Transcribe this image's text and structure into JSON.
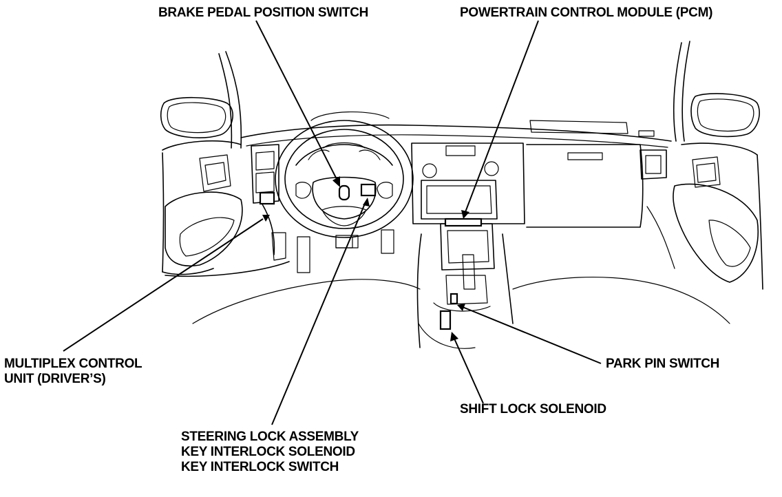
{
  "labels": {
    "brake_pedal_position_switch": "BRAKE PEDAL POSITION SWITCH",
    "powertrain_control_module": "POWERTRAIN CONTROL MODULE (PCM)",
    "multiplex_control_unit_line1": "MULTIPLEX CONTROL",
    "multiplex_control_unit_line2": "UNIT (DRIVER’S)",
    "park_pin_switch": "PARK PIN SWITCH",
    "shift_lock_solenoid": "SHIFT LOCK SOLENOID",
    "steering_lock_line1": "STEERING LOCK ASSEMBLY",
    "steering_lock_line2": "KEY INTERLOCK SOLENOID",
    "steering_lock_line3": "KEY INTERLOCK SWITCH"
  },
  "colors": {
    "line": "#000000",
    "background": "#ffffff"
  }
}
